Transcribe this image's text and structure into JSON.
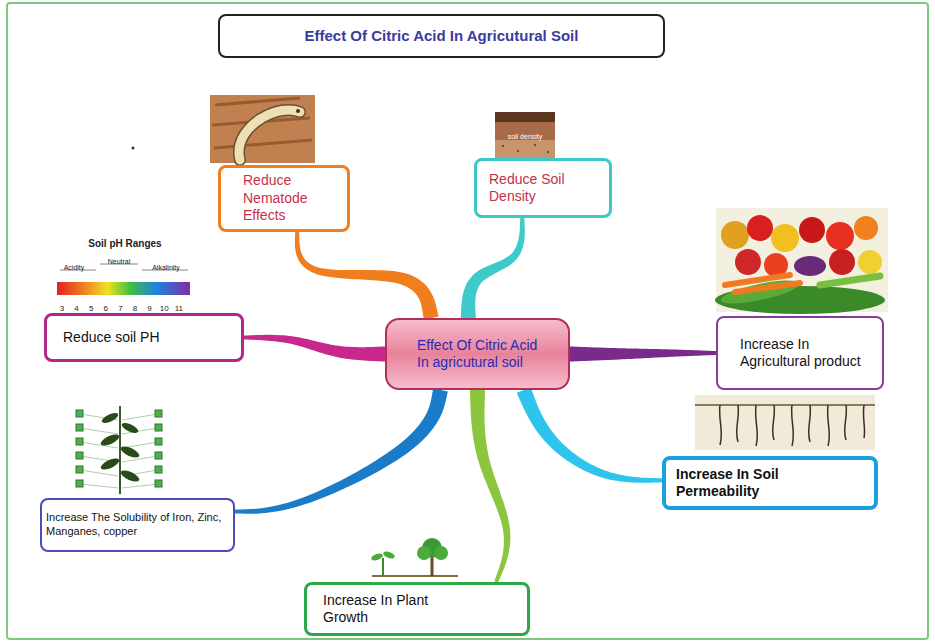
{
  "diagram": {
    "title": "Effect Of Citric Acid In Agricutural Soil",
    "nodes": [
      {
        "text": [
          "Effect Of Citric Acid In agricutural soil"
        ]
      },
      {
        "text": [
          "Reduce Nematode Effects"
        ]
      },
      {
        "text": [
          "Reduce Soil Density"
        ]
      },
      {
        "text": [
          "Increase In Agricultural product"
        ]
      },
      {
        "text": [
          "Increase In Soil Permeability"
        ]
      },
      {
        "text": [
          "Increase In Plant Growth"
        ]
      },
      {
        "text": [
          "Increase The Solubility of Iron, Zinc, Manganes, copper"
        ]
      },
      {
        "text": [
          "Reduce soil PH"
        ]
      }
    ],
    "edges": [
      {
        "from": 0,
        "to": 1,
        "arrow": "none"
      },
      {
        "from": 0,
        "to": 2,
        "arrow": "none"
      },
      {
        "from": 0,
        "to": 3,
        "arrow": "none"
      },
      {
        "from": 0,
        "to": 4,
        "arrow": "none"
      },
      {
        "from": 0,
        "to": 5,
        "arrow": "none"
      },
      {
        "from": 0,
        "to": 6,
        "arrow": "none"
      },
      {
        "from": 0,
        "to": 7,
        "arrow": "none"
      }
    ],
    "labels": [
      "Soil pH Ranges",
      "Acidity",
      "Neutral",
      "Alkalinity",
      "3",
      "4",
      "5",
      "6",
      "7",
      "8",
      "9",
      "10",
      "11",
      "soil density"
    ]
  }
}
